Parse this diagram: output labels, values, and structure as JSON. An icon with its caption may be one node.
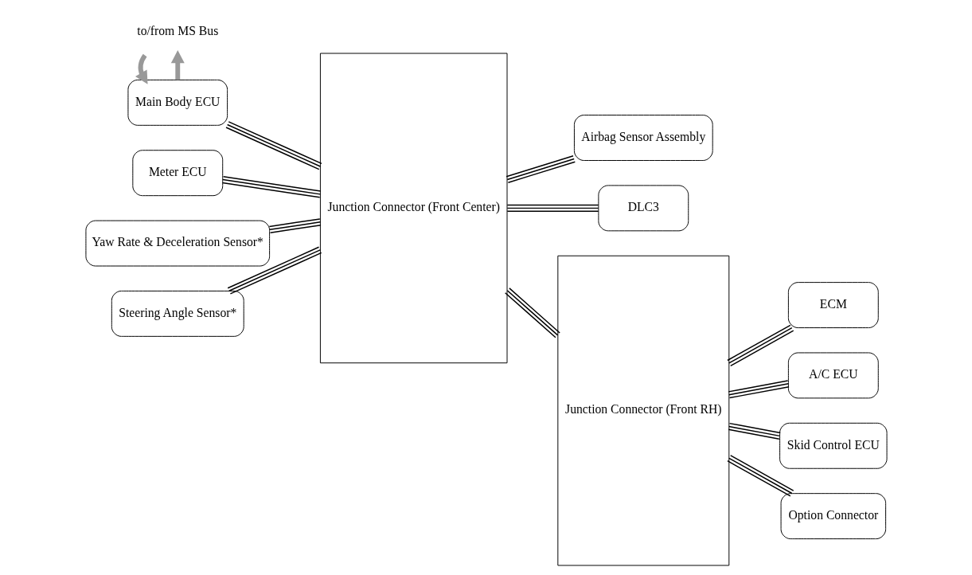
{
  "diagram": {
    "nodes": [
      {
        "text": [
          "to/from MS Bus"
        ]
      },
      {
        "text": [
          "Main Body ECU"
        ]
      },
      {
        "text": [
          "Meter ECU"
        ]
      },
      {
        "text": [
          "Yaw Rate & Deceleration Sensor*"
        ]
      },
      {
        "text": [
          "Steering Angle Sensor*"
        ]
      },
      {
        "text": [
          "Junction Connector (Front Center)"
        ]
      },
      {
        "text": [
          "Airbag Sensor Assembly"
        ]
      },
      {
        "text": [
          "DLC3"
        ]
      },
      {
        "text": [
          "Junction Connector (Front RH)"
        ]
      },
      {
        "text": [
          "ECM"
        ]
      },
      {
        "text": [
          "A/C ECU"
        ]
      },
      {
        "text": [
          "Skid Control ECU"
        ]
      },
      {
        "text": [
          "Option Connector"
        ]
      }
    ],
    "edges": [
      {
        "from": 1,
        "to": 0,
        "arrow": "to",
        "style": "thick",
        "color": "#999999"
      },
      {
        "from": 0,
        "to": 1,
        "arrow": "to",
        "style": "thick",
        "color": "#999999"
      },
      {
        "from": 1,
        "to": 5,
        "arrow": "none"
      },
      {
        "from": 2,
        "to": 5,
        "arrow": "none"
      },
      {
        "from": 3,
        "to": 5,
        "arrow": "none"
      },
      {
        "from": 4,
        "to": 5,
        "arrow": "none"
      },
      {
        "from": 5,
        "to": 6,
        "arrow": "none"
      },
      {
        "from": 5,
        "to": 7,
        "arrow": "none"
      },
      {
        "from": 5,
        "to": 8,
        "arrow": "none"
      },
      {
        "from": 8,
        "to": 9,
        "arrow": "none"
      },
      {
        "from": 8,
        "to": 10,
        "arrow": "none"
      },
      {
        "from": 8,
        "to": 11,
        "arrow": "none"
      },
      {
        "from": 8,
        "to": 12,
        "arrow": "none"
      }
    ]
  }
}
